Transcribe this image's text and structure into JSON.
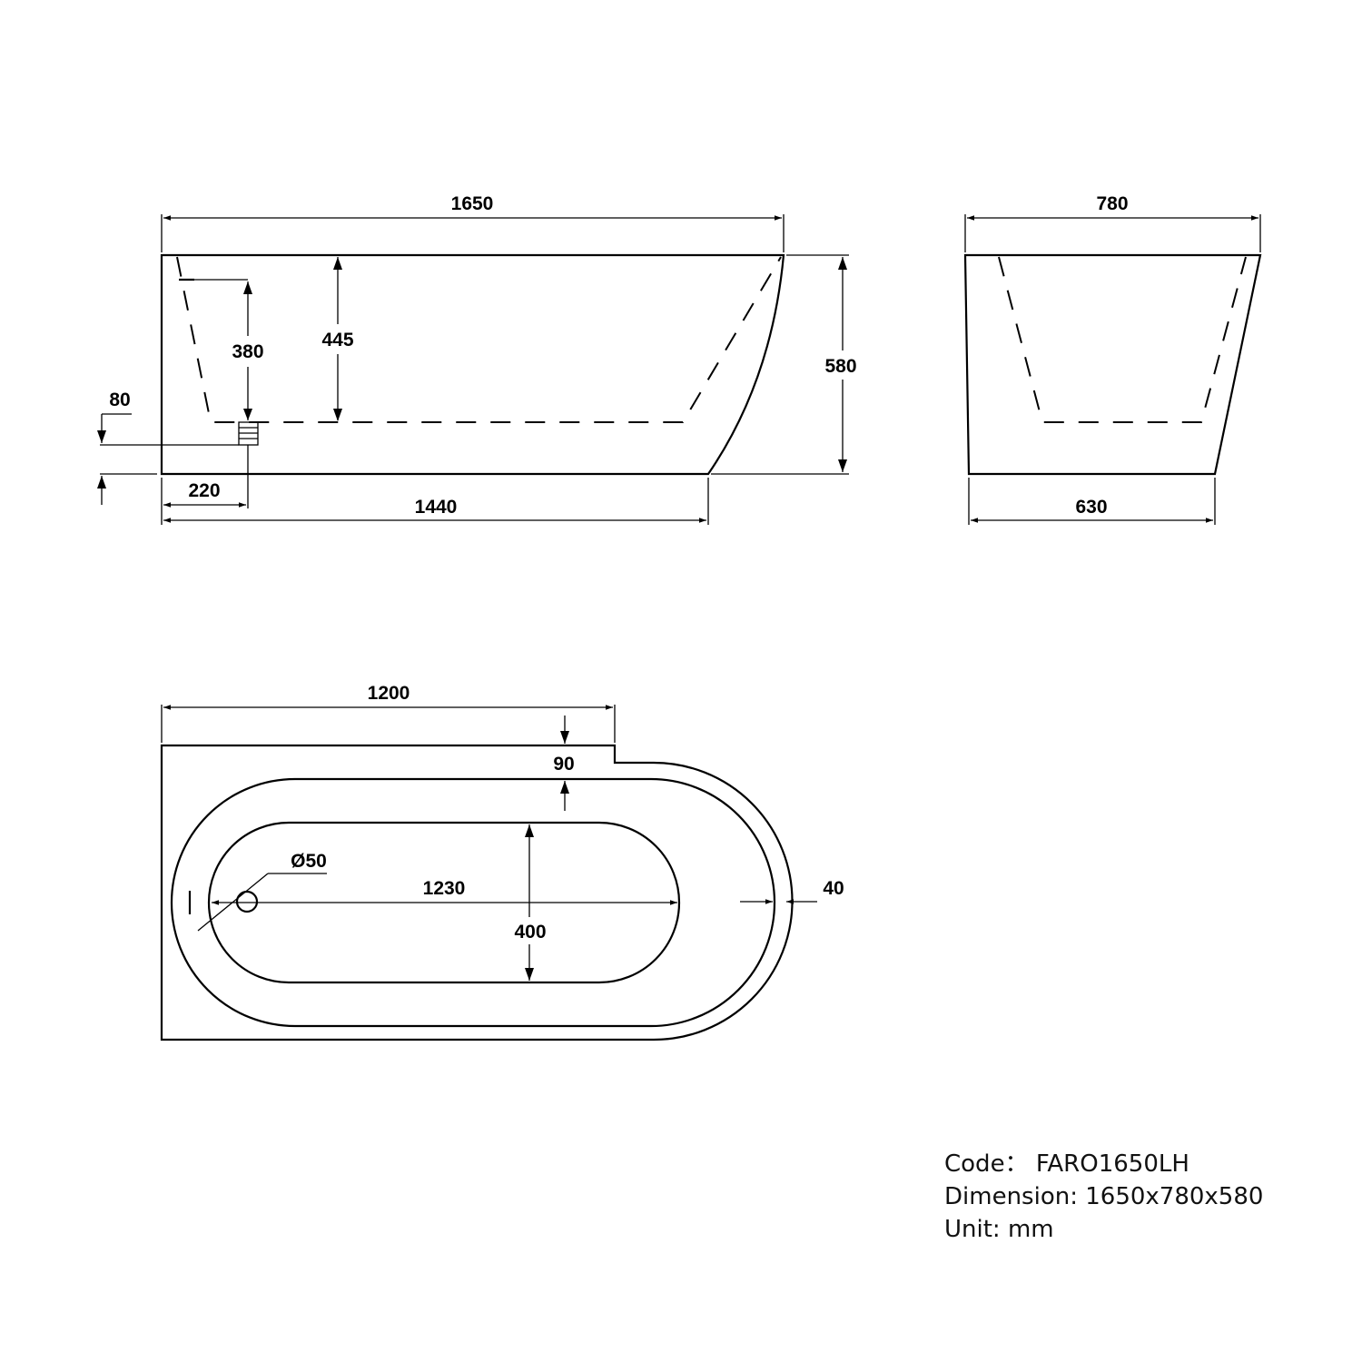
{
  "front_view": {
    "overall_length": "1650",
    "base_length": "1440",
    "height": "580",
    "inner_depth": "445",
    "waste_to_overflow": "380",
    "waste_offset": "220",
    "waste_height": "80"
  },
  "side_view": {
    "top_width": "780",
    "base_width": "630"
  },
  "plan_view": {
    "straight_length": "1200",
    "step_depth": "90",
    "inner_length": "1230",
    "inner_width": "400",
    "waste_diameter": "Ø50",
    "rim_thickness": "40"
  },
  "spec": {
    "code_label": "Code：",
    "code_value": "FARO1650LH",
    "dimension_label": "Dimension:",
    "dimension_value": "1650x780x580",
    "unit_label": "Unit:",
    "unit_value": "mm"
  }
}
